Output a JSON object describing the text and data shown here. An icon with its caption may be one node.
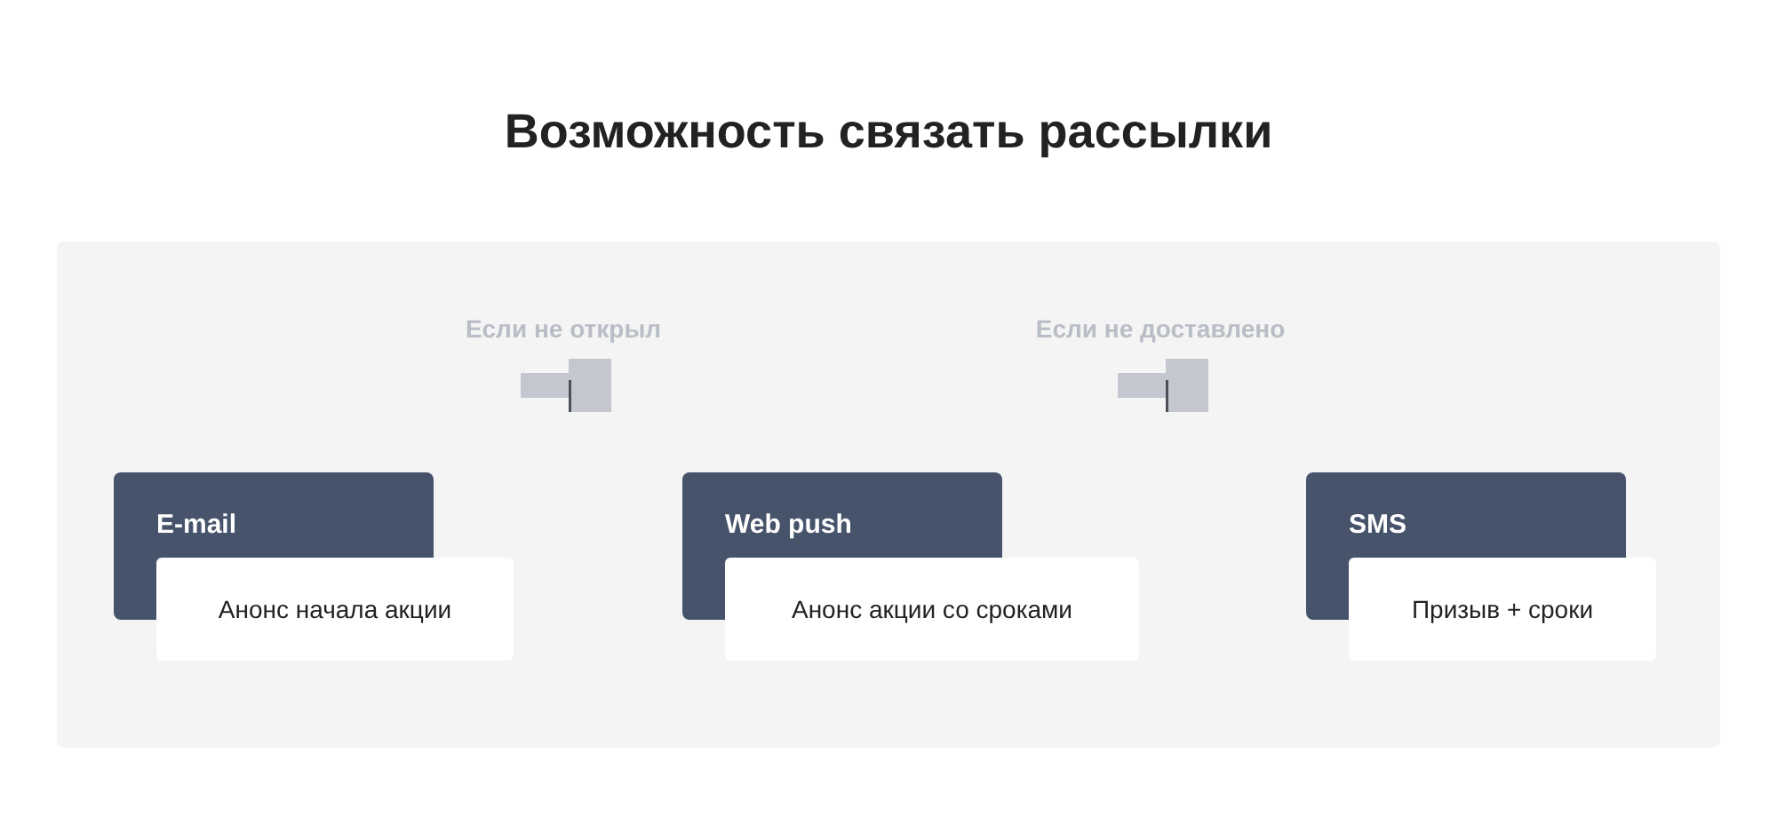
{
  "diagram": {
    "title": "Возможность связать рассылки",
    "nodes": [
      {
        "text": [
          "E-mail",
          "Анонс начала акции"
        ]
      },
      {
        "text": [
          "Web push",
          "Анонс акции со сроками"
        ]
      },
      {
        "text": [
          "SMS",
          "Призыв + сроки"
        ]
      }
    ],
    "labels": [
      "Если не открыл",
      "Если не доставлено"
    ]
  }
}
